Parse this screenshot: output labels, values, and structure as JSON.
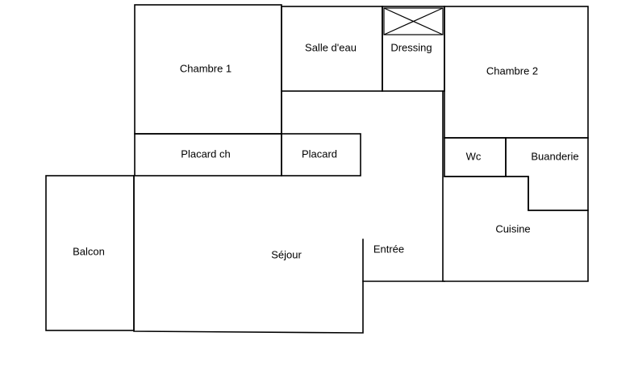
{
  "rooms": {
    "chambre1": "Chambre 1",
    "salle_deau": "Salle d'eau",
    "dressing": "Dressing",
    "chambre2": "Chambre 2",
    "placard_ch": "Placard ch",
    "placard": "Placard",
    "wc": "Wc",
    "buanderie": "Buanderie",
    "cuisine": "Cuisine",
    "balcon": "Balcon",
    "sejour": "Séjour",
    "entree": "Entrée"
  }
}
